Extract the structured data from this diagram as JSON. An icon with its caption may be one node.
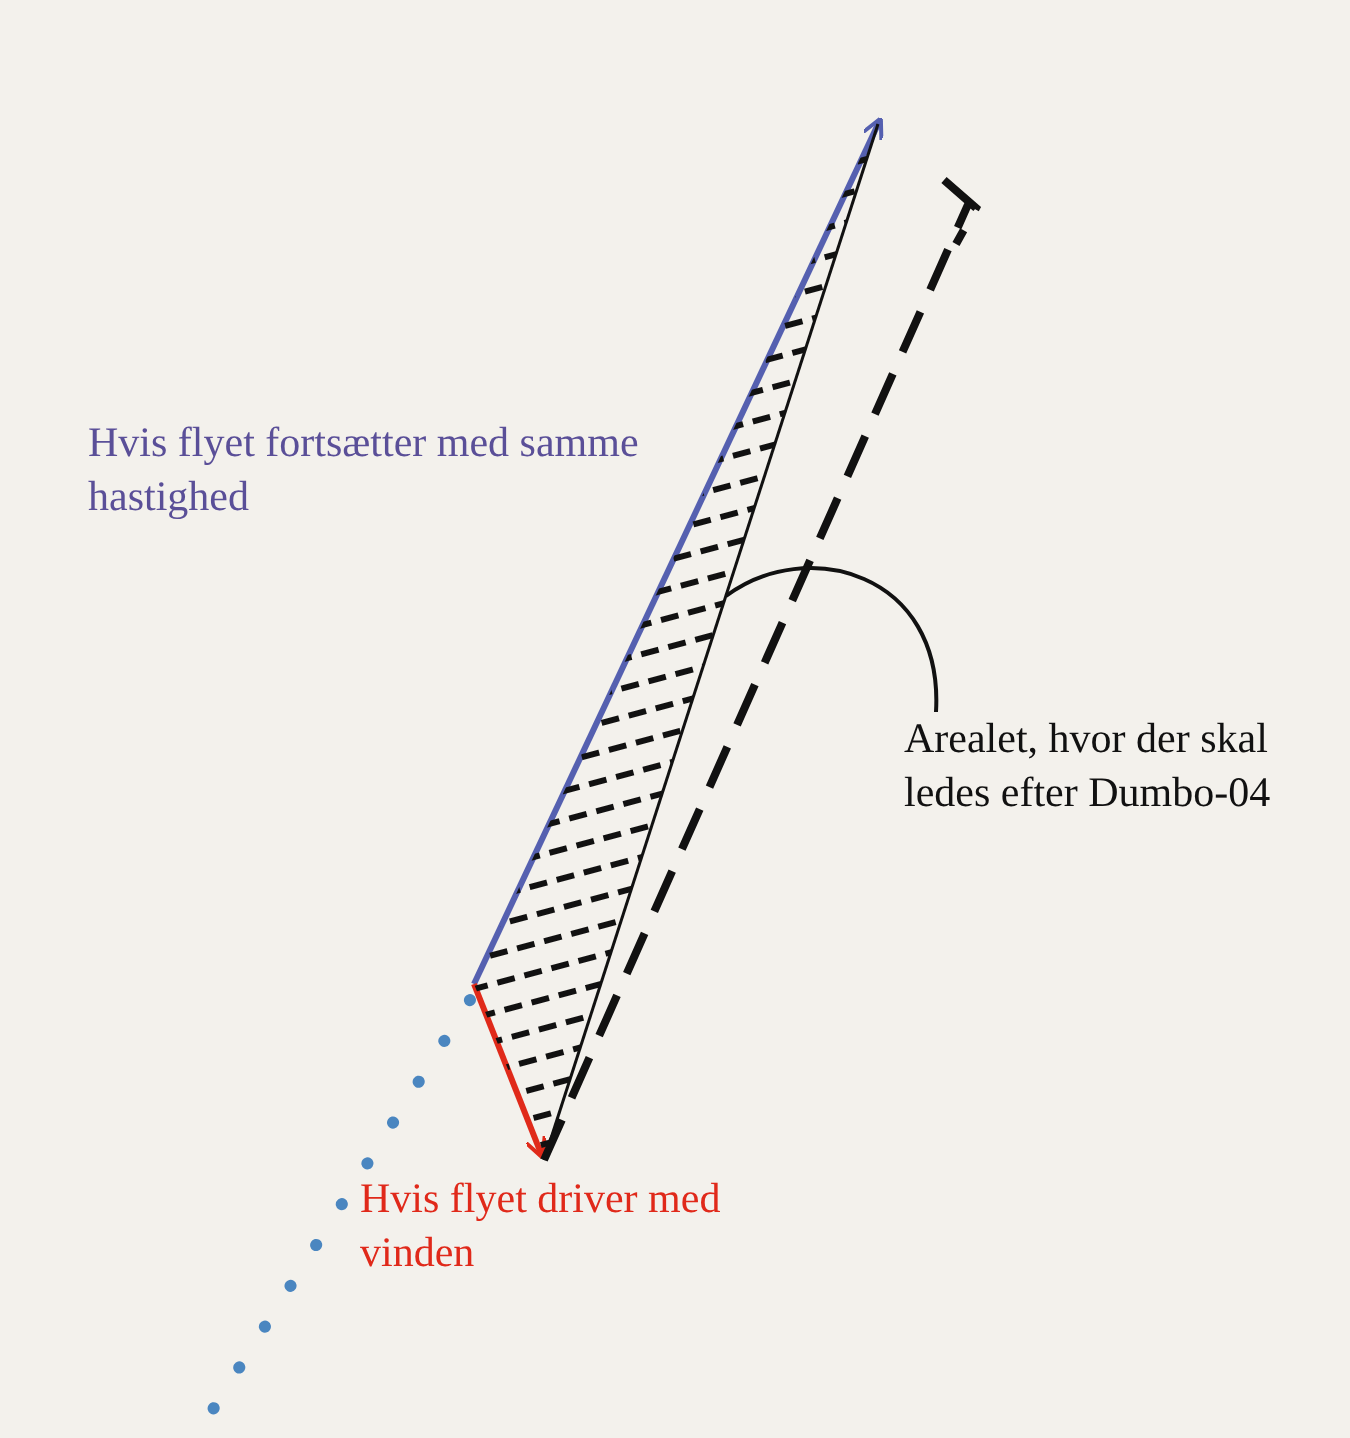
{
  "diagram": {
    "nodes": [
      {
        "text": [
          "Arealet, hvor der skal ledes efter Dumbo-04"
        ]
      },
      {
        "text": [],
        "shape": "triangle"
      }
    ],
    "edges": [
      {
        "from": 0,
        "to": 1,
        "arrow": "none"
      }
    ],
    "labels": [
      "Hvis flyet fortsætter med samme hastighed",
      "Hvis flyet driver med vinden"
    ]
  }
}
